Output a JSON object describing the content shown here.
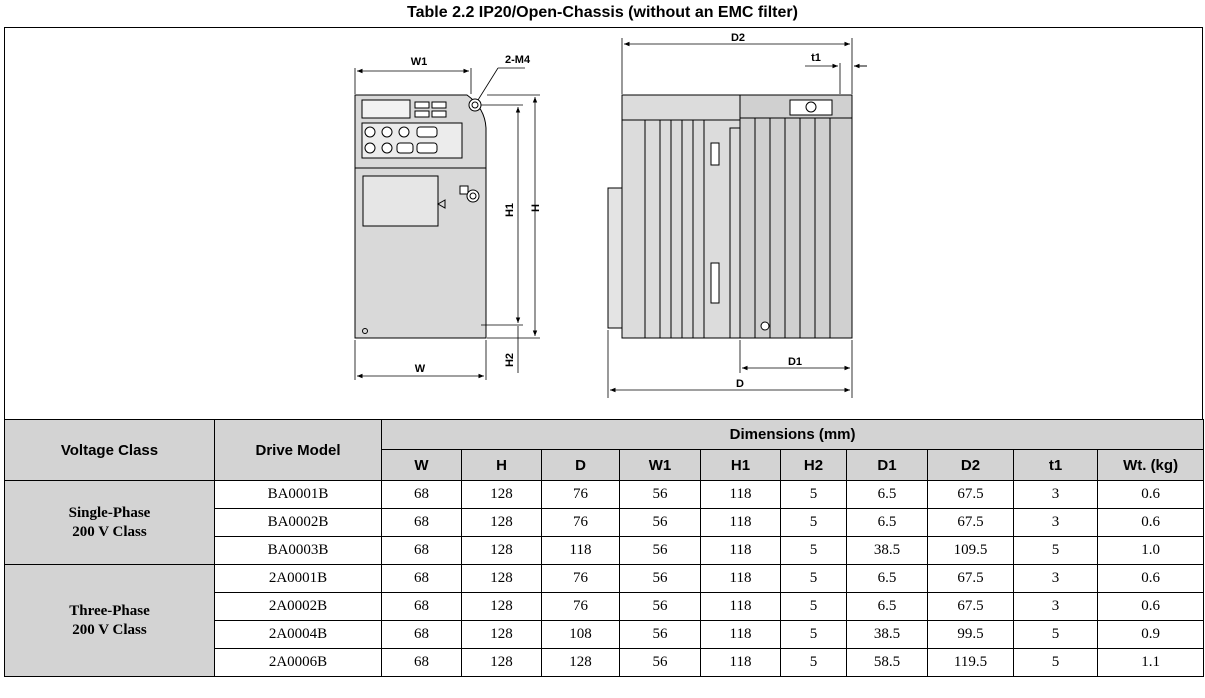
{
  "title": "Table 2.2  IP20/Open-Chassis (without an EMC filter)",
  "figure": {
    "labels": {
      "W1": "W1",
      "M4": "2-M4",
      "H1": "H1",
      "H": "H",
      "H2": "H2",
      "W": "W",
      "D2": "D2",
      "t1": "t1",
      "D1": "D1",
      "D": "D"
    }
  },
  "table": {
    "headers": {
      "voltage_class": "Voltage Class",
      "drive_model": "Drive Model",
      "dimensions": "Dimensions (mm)",
      "columns": [
        "W",
        "H",
        "D",
        "W1",
        "H1",
        "H2",
        "D1",
        "D2",
        "t1",
        "Wt. (kg)"
      ]
    },
    "groups": [
      {
        "line1": "Single-Phase",
        "line2": "200 V Class",
        "rows": [
          {
            "model": "BA0001B",
            "values": [
              "68",
              "128",
              "76",
              "56",
              "118",
              "5",
              "6.5",
              "67.5",
              "3",
              "0.6"
            ]
          },
          {
            "model": "BA0002B",
            "values": [
              "68",
              "128",
              "76",
              "56",
              "118",
              "5",
              "6.5",
              "67.5",
              "3",
              "0.6"
            ]
          },
          {
            "model": "BA0003B",
            "values": [
              "68",
              "128",
              "118",
              "56",
              "118",
              "5",
              "38.5",
              "109.5",
              "5",
              "1.0"
            ]
          }
        ]
      },
      {
        "line1": "Three-Phase",
        "line2": "200 V Class",
        "rows": [
          {
            "model": "2A0001B",
            "values": [
              "68",
              "128",
              "76",
              "56",
              "118",
              "5",
              "6.5",
              "67.5",
              "3",
              "0.6"
            ]
          },
          {
            "model": "2A0002B",
            "values": [
              "68",
              "128",
              "76",
              "56",
              "118",
              "5",
              "6.5",
              "67.5",
              "3",
              "0.6"
            ]
          },
          {
            "model": "2A0004B",
            "values": [
              "68",
              "128",
              "108",
              "56",
              "118",
              "5",
              "38.5",
              "99.5",
              "5",
              "0.9"
            ]
          },
          {
            "model": "2A0006B",
            "values": [
              "68",
              "128",
              "128",
              "56",
              "118",
              "5",
              "58.5",
              "119.5",
              "5",
              "1.1"
            ]
          }
        ]
      }
    ]
  }
}
